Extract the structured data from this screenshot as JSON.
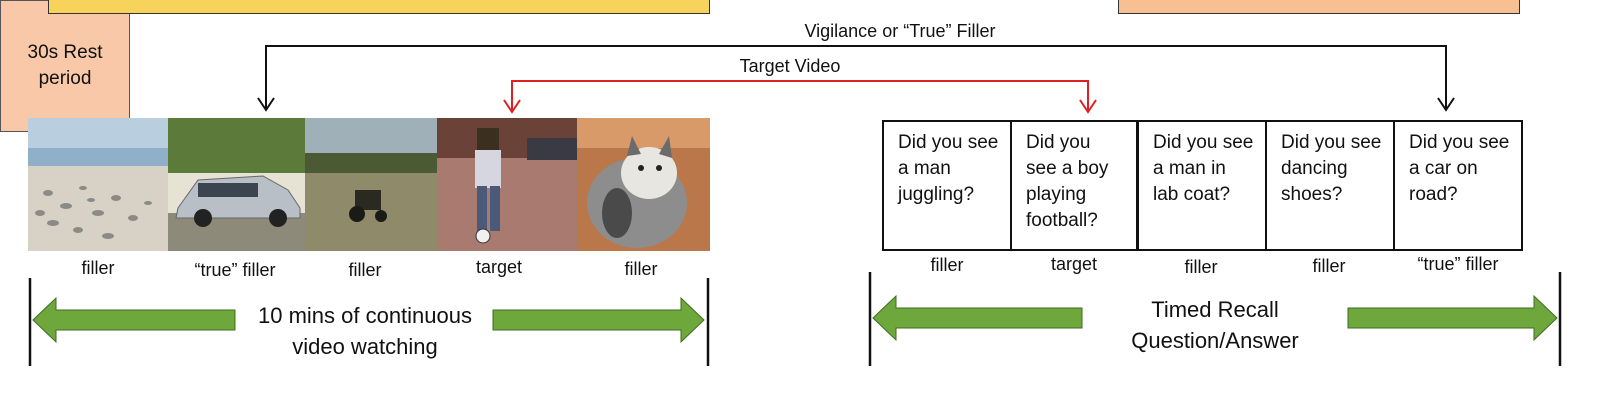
{
  "title": "",
  "stage_left_label": "",
  "stage_right_label": "",
  "arrow_labels": {
    "vigilance": "Vigilance or “True” Filler",
    "target": "Target Video"
  },
  "video_frames": [
    {
      "label": "filler",
      "scene": "birds on beach"
    },
    {
      "label": "“true” filler",
      "scene": "vintage car"
    },
    {
      "label": "filler",
      "scene": "tractor in field"
    },
    {
      "label": "target",
      "scene": "boy with football"
    },
    {
      "label": "filler",
      "scene": "cat"
    }
  ],
  "rest_period": "30s Rest period",
  "questions": [
    {
      "text": "Did you see a man juggling?",
      "label": "filler"
    },
    {
      "text": "Did you see a boy playing football?",
      "label": "target"
    },
    {
      "text": "Did you see a man in lab coat?",
      "label": "filler"
    },
    {
      "text": "Did you see dancing shoes?",
      "label": "filler"
    },
    {
      "text": "Did you see a car on road?",
      "label": "“true” filler"
    }
  ],
  "watching_text": "10 mins of continuous video watching",
  "recall_text": "Timed Recall Question/Answer",
  "colors": {
    "stage_left": "#f7d35c",
    "stage_right": "#f8bf93",
    "rest": "#f8c8a8",
    "arrow_green": "#6ea83c",
    "target_arrow": "#e02020"
  }
}
